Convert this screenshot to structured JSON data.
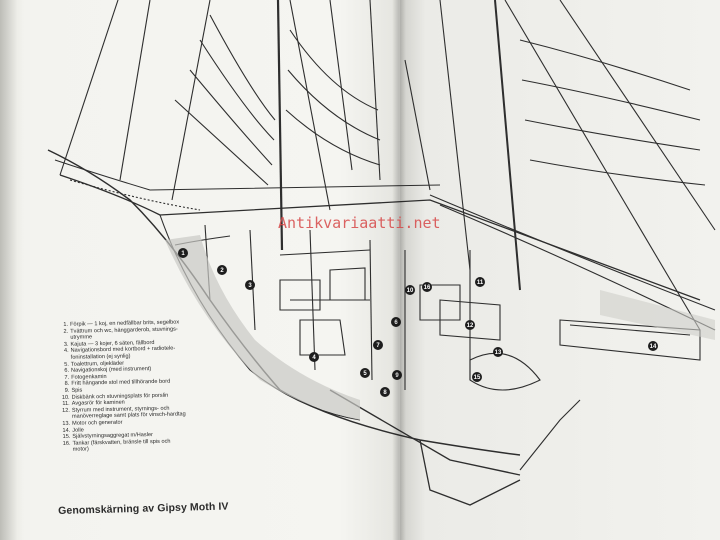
{
  "watermark": "Antikvariaatti.net",
  "legend": [
    {
      "num": "1.",
      "text": "Förpik — 1 koj, en nedfällbar brits, segelbox"
    },
    {
      "num": "2.",
      "text": "Tvättrum och wc, hänggarderob, stuvnings-"
    },
    {
      "num": "",
      "text": "utrymme"
    },
    {
      "num": "3.",
      "text": "Kajuta — 3 kojer, 6 säten, fällbord"
    },
    {
      "num": "4.",
      "text": "Navigationsbord med kortbord + radiotele-"
    },
    {
      "num": "",
      "text": "foninstallation (ej synlig)"
    },
    {
      "num": "5.",
      "text": "Toalettrum, oljekläder"
    },
    {
      "num": "6.",
      "text": "Navigationskoj (med instrument)"
    },
    {
      "num": "7.",
      "text": "Fotogenkamin"
    },
    {
      "num": "8.",
      "text": "Fritt hängande stol med tillhörande bord"
    },
    {
      "num": "9.",
      "text": "Spis"
    },
    {
      "num": "10.",
      "text": "Diskbänk och stuvningsplats för porslin"
    },
    {
      "num": "11.",
      "text": "Avgasrör för kaminen"
    },
    {
      "num": "12.",
      "text": "Styrrum med instrument, styrnings- och"
    },
    {
      "num": "",
      "text": "manöverreglage samt plats för vinsch-hardtag"
    },
    {
      "num": "13.",
      "text": "Motor och generator"
    },
    {
      "num": "14.",
      "text": "Jolle"
    },
    {
      "num": "15.",
      "text": "Självstyrningsaggregat m/Hasler"
    },
    {
      "num": "16.",
      "text": "Tankar (färskvatten, bränsle till spis och"
    },
    {
      "num": "",
      "text": "motor)"
    }
  ],
  "caption": "Genomskärning av Gipsy Moth IV",
  "callouts": [
    "1",
    "2",
    "3",
    "4",
    "5",
    "6",
    "7",
    "8",
    "9",
    "10",
    "11",
    "12",
    "13",
    "14",
    "15",
    "16"
  ]
}
